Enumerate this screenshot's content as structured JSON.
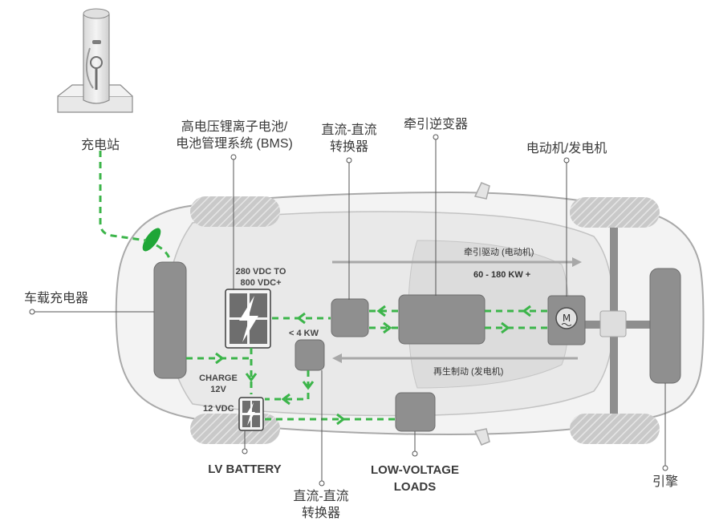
{
  "labels": {
    "charging_station": "充电站",
    "hv_battery_line1": "高电压锂离子电池/",
    "hv_battery_line2": "电池管理系统 (BMS)",
    "dcdc_top_line1": "直流-直流",
    "dcdc_top_line2": "转换器",
    "inverter": "牵引逆变器",
    "motor": "电动机/发电机",
    "onboard_charger": "车载充电器",
    "hv_voltage_line1": "280 VDC TO",
    "hv_voltage_line2": "800 VDC+",
    "dcdc_power": "< 4 KW",
    "charge_12v_line1": "CHARGE",
    "charge_12v_line2": "12V",
    "lv_voltage": "12 VDC",
    "lv_battery": "LV BATTERY",
    "dcdc_bottom_line1": "直流-直流",
    "dcdc_bottom_line2": "转换器",
    "lv_loads_line1": "LOW-VOLTAGE",
    "lv_loads_line2": "LOADS",
    "engine": "引擎",
    "traction_drive": "牵引驱动 (电动机)",
    "traction_power": "60 - 180 KW +",
    "regen_braking": "再生制动 (发电机)"
  },
  "icons": {
    "battery": "lightning-bolt",
    "motor": "motor-m"
  },
  "colors": {
    "flow": "#3cb54a",
    "component": "#8f8f8f",
    "wheel": "#bdbdbd",
    "car_body": "#f2f2f2",
    "text": "#3a3a3a"
  }
}
